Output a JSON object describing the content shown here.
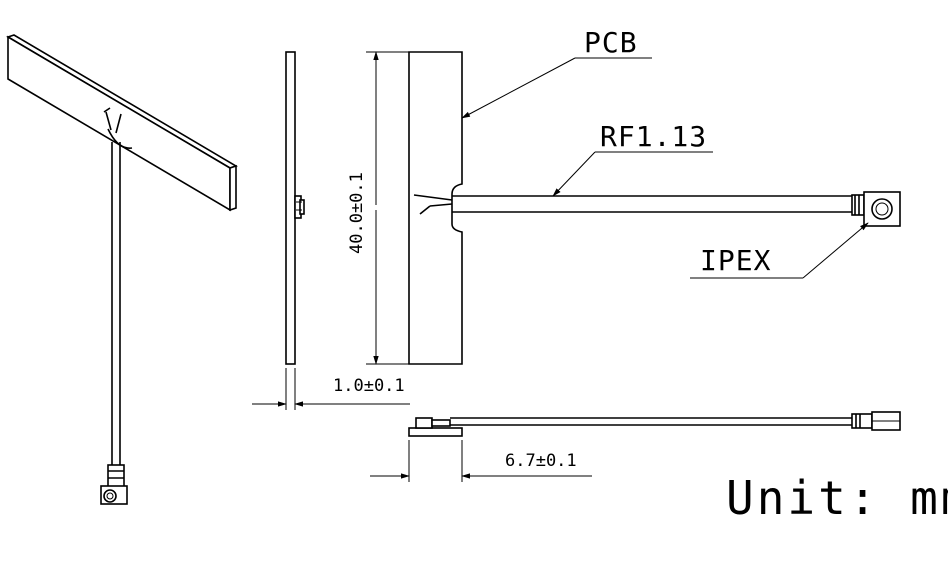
{
  "labels": {
    "pcb": "PCB",
    "rf": "RF1.13",
    "ipex": "IPEX"
  },
  "dimensions": {
    "height": "40.0±0.1",
    "thickness": "1.0±0.1",
    "width": "6.7±0.1"
  },
  "unit": "Unit: mm"
}
